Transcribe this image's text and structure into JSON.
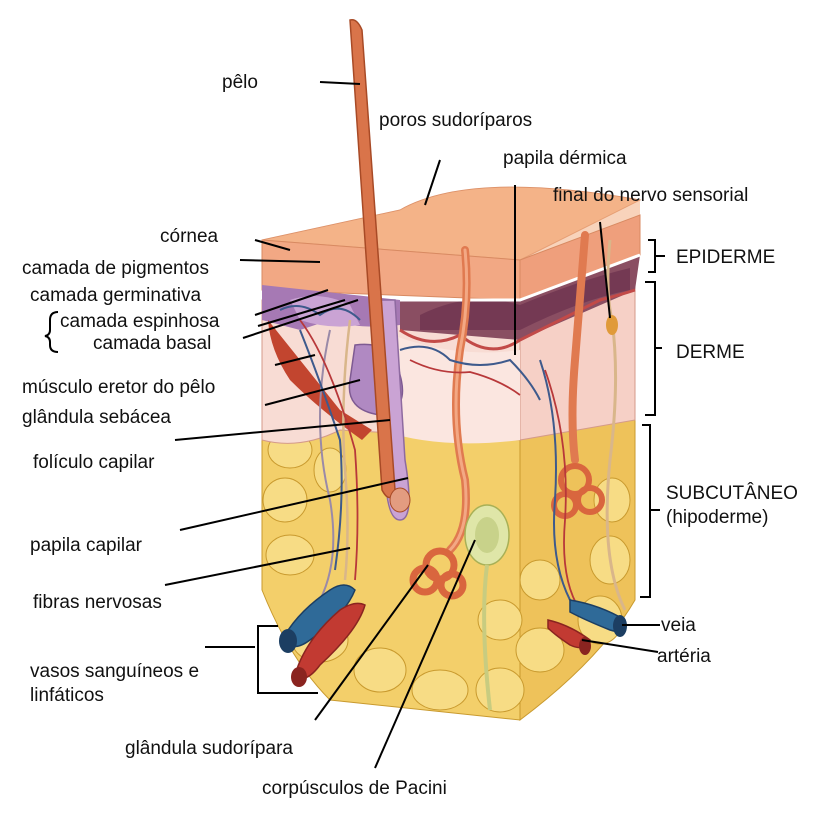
{
  "labels": {
    "pelo": "pêlo",
    "poros": "poros sudoríparos",
    "papila_dermica": "papila dérmica",
    "nervo_sensorial": "final do nervo sensorial",
    "cornea": "córnea",
    "pigmentos": "camada de pigmentos",
    "germinativa": "camada germinativa",
    "espinhosa": "camada espinhosa",
    "basal": "camada basal",
    "musculo": "músculo eretor do pêlo",
    "sebacea": "glândula sebácea",
    "foliculo": "folículo capilar",
    "papila_capilar": "papila capilar",
    "fibras": "fibras nervosas",
    "vasos_1": "vasos sanguíneos e",
    "vasos_2": "linfáticos",
    "sudoripara": "glândula sudorípara",
    "pacini": "corpúsculos de Pacini",
    "epiderme": "EPIDERME",
    "derme": "DERME",
    "subcutaneo_1": "SUBCUTÂNEO",
    "subcutaneo_2": "(hipoderme)",
    "veia": "veia",
    "arteria": "artéria"
  },
  "colors": {
    "epidermis": "#f2b08a",
    "pigment": "#9a6fa8",
    "dermis": "#f6d2c8",
    "fat": "#f0c860",
    "hair": "#d9744a",
    "vein": "#2f5e8c",
    "artery": "#c23a32"
  }
}
